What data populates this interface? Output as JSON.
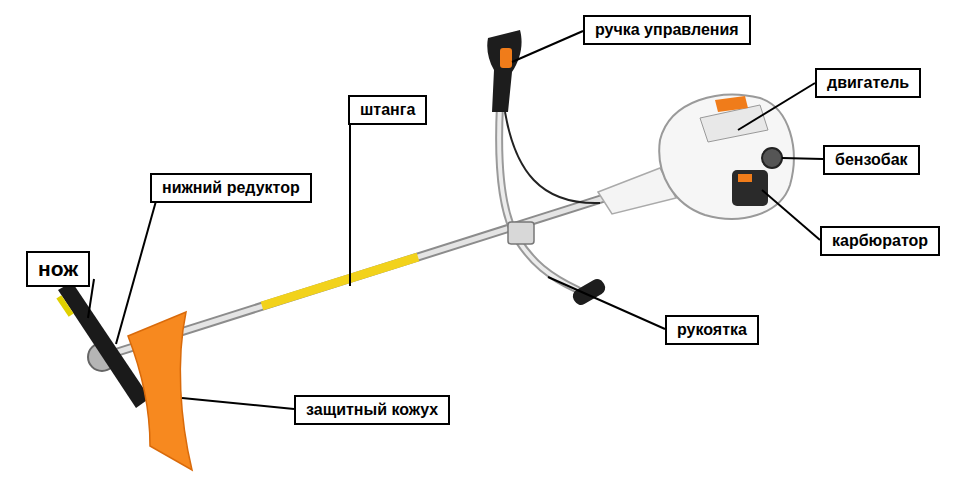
{
  "diagram": {
    "nodes": [
      {
        "text": [
          "ручка управления"
        ]
      },
      {
        "text": [
          "двигатель"
        ]
      },
      {
        "text": [
          "штанга"
        ]
      },
      {
        "text": [
          "нижний редуктор"
        ]
      },
      {
        "text": [
          "бензобак"
        ]
      },
      {
        "text": [
          "карбюратор"
        ]
      },
      {
        "text": [
          "нож"
        ]
      },
      {
        "text": [
          "рукоятка"
        ]
      },
      {
        "text": [
          "защитный кожух"
        ]
      }
    ]
  }
}
